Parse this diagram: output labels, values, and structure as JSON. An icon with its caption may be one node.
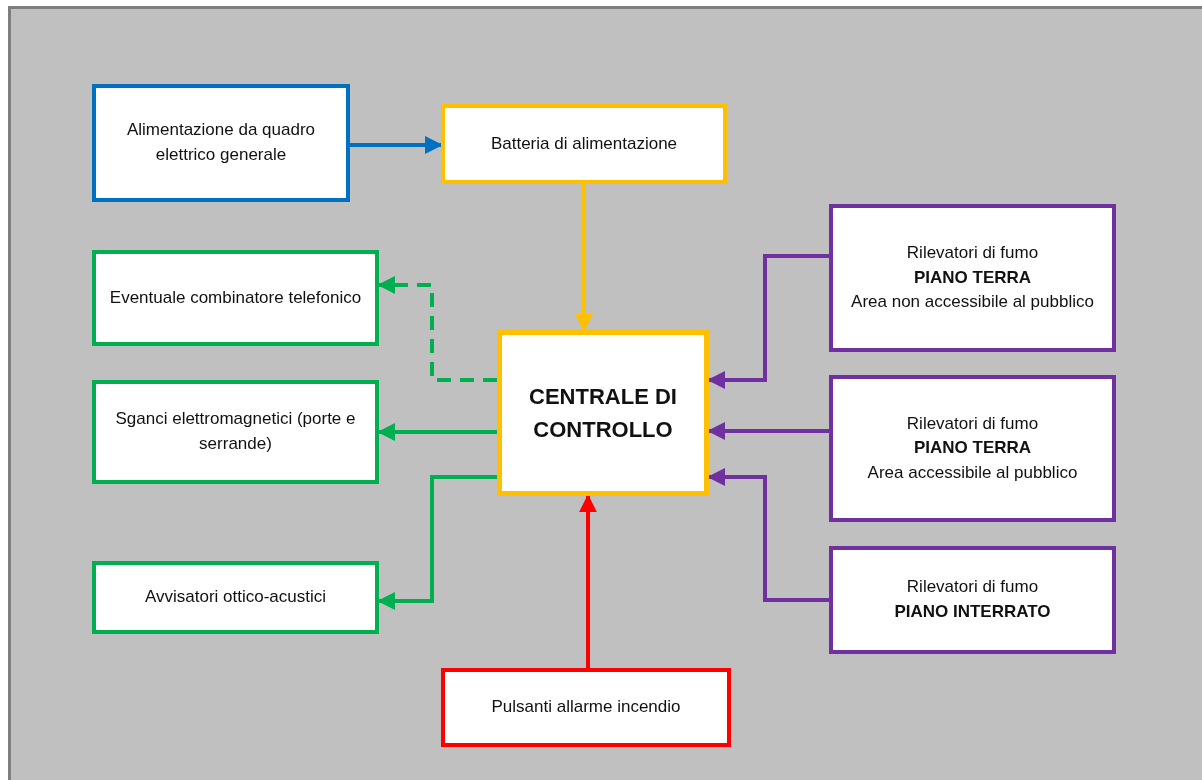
{
  "diagram": {
    "nodes": [
      {
        "text": [
          "Alimentazione da quadro elettrico generale"
        ]
      },
      {
        "text": [
          "Batteria di alimentazione"
        ]
      },
      {
        "text": [
          "Eventuale combinatore telefonico"
        ]
      },
      {
        "text": [
          "Sganci elettromagnetici (porte e serrande)"
        ]
      },
      {
        "text": [
          "Avvisatori ottico-acustici"
        ]
      },
      {
        "text": [
          "CENTRALE DI CONTROLLO"
        ]
      },
      {
        "text": [
          "Rilevatori di fumo",
          "PIANO TERRA",
          "Area non accessibile al pubblico"
        ]
      },
      {
        "text": [
          "Rilevatori di fumo",
          "PIANO TERRA",
          "Area accessibile al pubblico"
        ]
      },
      {
        "text": [
          "Rilevatori di fumo",
          "PIANO INTERRATO"
        ]
      },
      {
        "text": [
          "Pulsanti allarme incendio"
        ]
      }
    ],
    "edges": [
      {
        "from": 0,
        "to": 1,
        "arrow": "to",
        "color": "#0070c0"
      },
      {
        "from": 1,
        "to": 5,
        "arrow": "to",
        "color": "#ffc000"
      },
      {
        "from": 5,
        "to": 2,
        "arrow": "to",
        "style": "dashed",
        "color": "#00b050"
      },
      {
        "from": 5,
        "to": 3,
        "arrow": "to",
        "color": "#00b050"
      },
      {
        "from": 5,
        "to": 4,
        "arrow": "to",
        "color": "#00b050"
      },
      {
        "from": 6,
        "to": 5,
        "arrow": "to",
        "color": "#7030a0"
      },
      {
        "from": 7,
        "to": 5,
        "arrow": "to",
        "color": "#7030a0"
      },
      {
        "from": 8,
        "to": 5,
        "arrow": "to",
        "color": "#7030a0"
      },
      {
        "from": 9,
        "to": 5,
        "arrow": "to",
        "color": "#ff0000"
      }
    ]
  }
}
